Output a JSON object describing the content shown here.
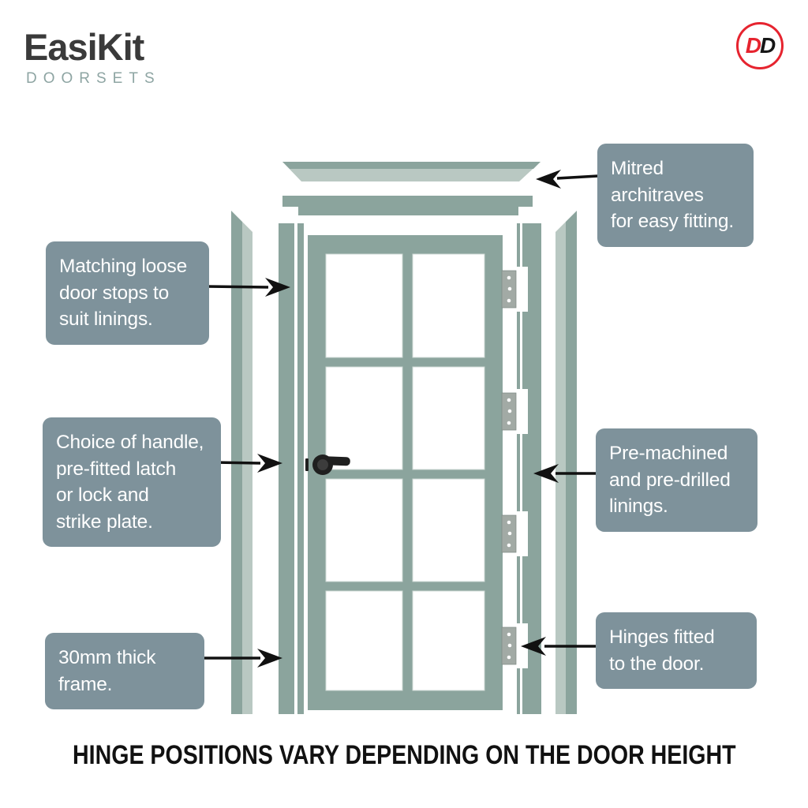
{
  "brand": {
    "name": "EasiKit",
    "tagline": "DOORSETS"
  },
  "badge": {
    "letter1": "D",
    "letter2": "D"
  },
  "callouts": {
    "architraves": {
      "label": "Mitred\narchitraves\nfor easy fitting."
    },
    "door_stops": {
      "label": "Matching loose\ndoor stops to\nsuit linings."
    },
    "handle": {
      "label": "Choice of handle,\npre-fitted latch\nor lock and\nstrike plate."
    },
    "linings": {
      "label": "Pre-machined\nand pre-drilled\nlinings."
    },
    "frame": {
      "label": "30mm thick\nframe."
    },
    "hinges": {
      "label": "Hinges fitted\nto the door."
    }
  },
  "footer": {
    "caption": "HINGE POSITIONS VARY DEPENDING ON THE DOOR HEIGHT"
  },
  "colors": {
    "callout_bg": "#7E929B",
    "sage": "#8BA49D",
    "sage_light": "#B9C8C2",
    "red": "#E6242F",
    "ink": "#111111"
  }
}
